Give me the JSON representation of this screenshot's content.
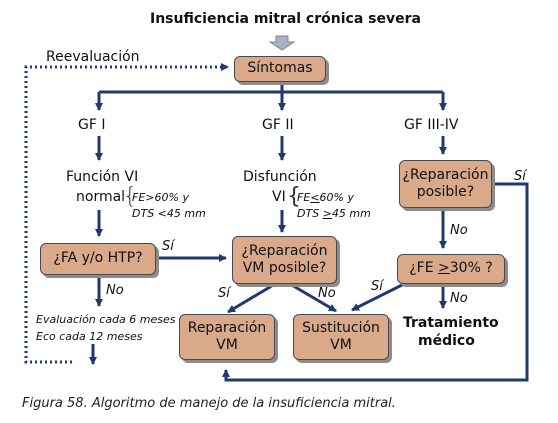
{
  "title": "Insuficiencia mitral crónica severa",
  "reevaluation_label": "Reevaluación",
  "nodes": {
    "sintomas": "Síntomas",
    "gf1": "GF I",
    "gf2": "GF II",
    "gf34": "GF  III-IV",
    "funcion_vi": "Función VI",
    "normal": "normal",
    "fe_60_y": "FE>60% y",
    "dts_45": "DTS <45 mm",
    "disfuncion": "Disfunción",
    "vi": "VI",
    "fe_le60_pre": "FE",
    "fe_le60_sym": "<",
    "fe_le60_post": "60% y",
    "dts_ge_pre": "DTS ",
    "dts_ge_sym": ">",
    "dts_ge_post": "45 mm",
    "fa_htp": "¿FA y/o HTP?",
    "reparacion_vm_posible_l1": "¿Reparación",
    "reparacion_vm_posible_l2": "VM posible?",
    "reparacion_posible_l1": "¿Reparación",
    "reparacion_posible_l2": "posible?",
    "fe30_pre": "¿FE ",
    "fe30_sym": ">",
    "fe30_post": "30% ?",
    "reparacion_vm_l1": "Reparación",
    "reparacion_vm_l2": "VM",
    "sustitucion_vm_l1": "Sustitución",
    "sustitucion_vm_l2": "VM",
    "tratamiento_l1": "Tratamiento",
    "tratamiento_l2": "médico",
    "evaluacion_6": "Evaluación cada 6 meses",
    "eco_12": "Eco cada 12 meses"
  },
  "edge_labels": {
    "si_fa": "Sí",
    "no_fa": "No",
    "si_right": "Sí",
    "no_rep": "No",
    "si_fe30": "Sí",
    "no_fe30": "No",
    "si_repvm": "Sí",
    "no_repvm": "No"
  },
  "caption": "Figura 58.  Algoritmo de manejo de la insuficiencia mitral.",
  "colors": {
    "box_fill": "#d9a98a",
    "arrow": "#1f3a6e",
    "shadow": "#8c8c8c"
  }
}
